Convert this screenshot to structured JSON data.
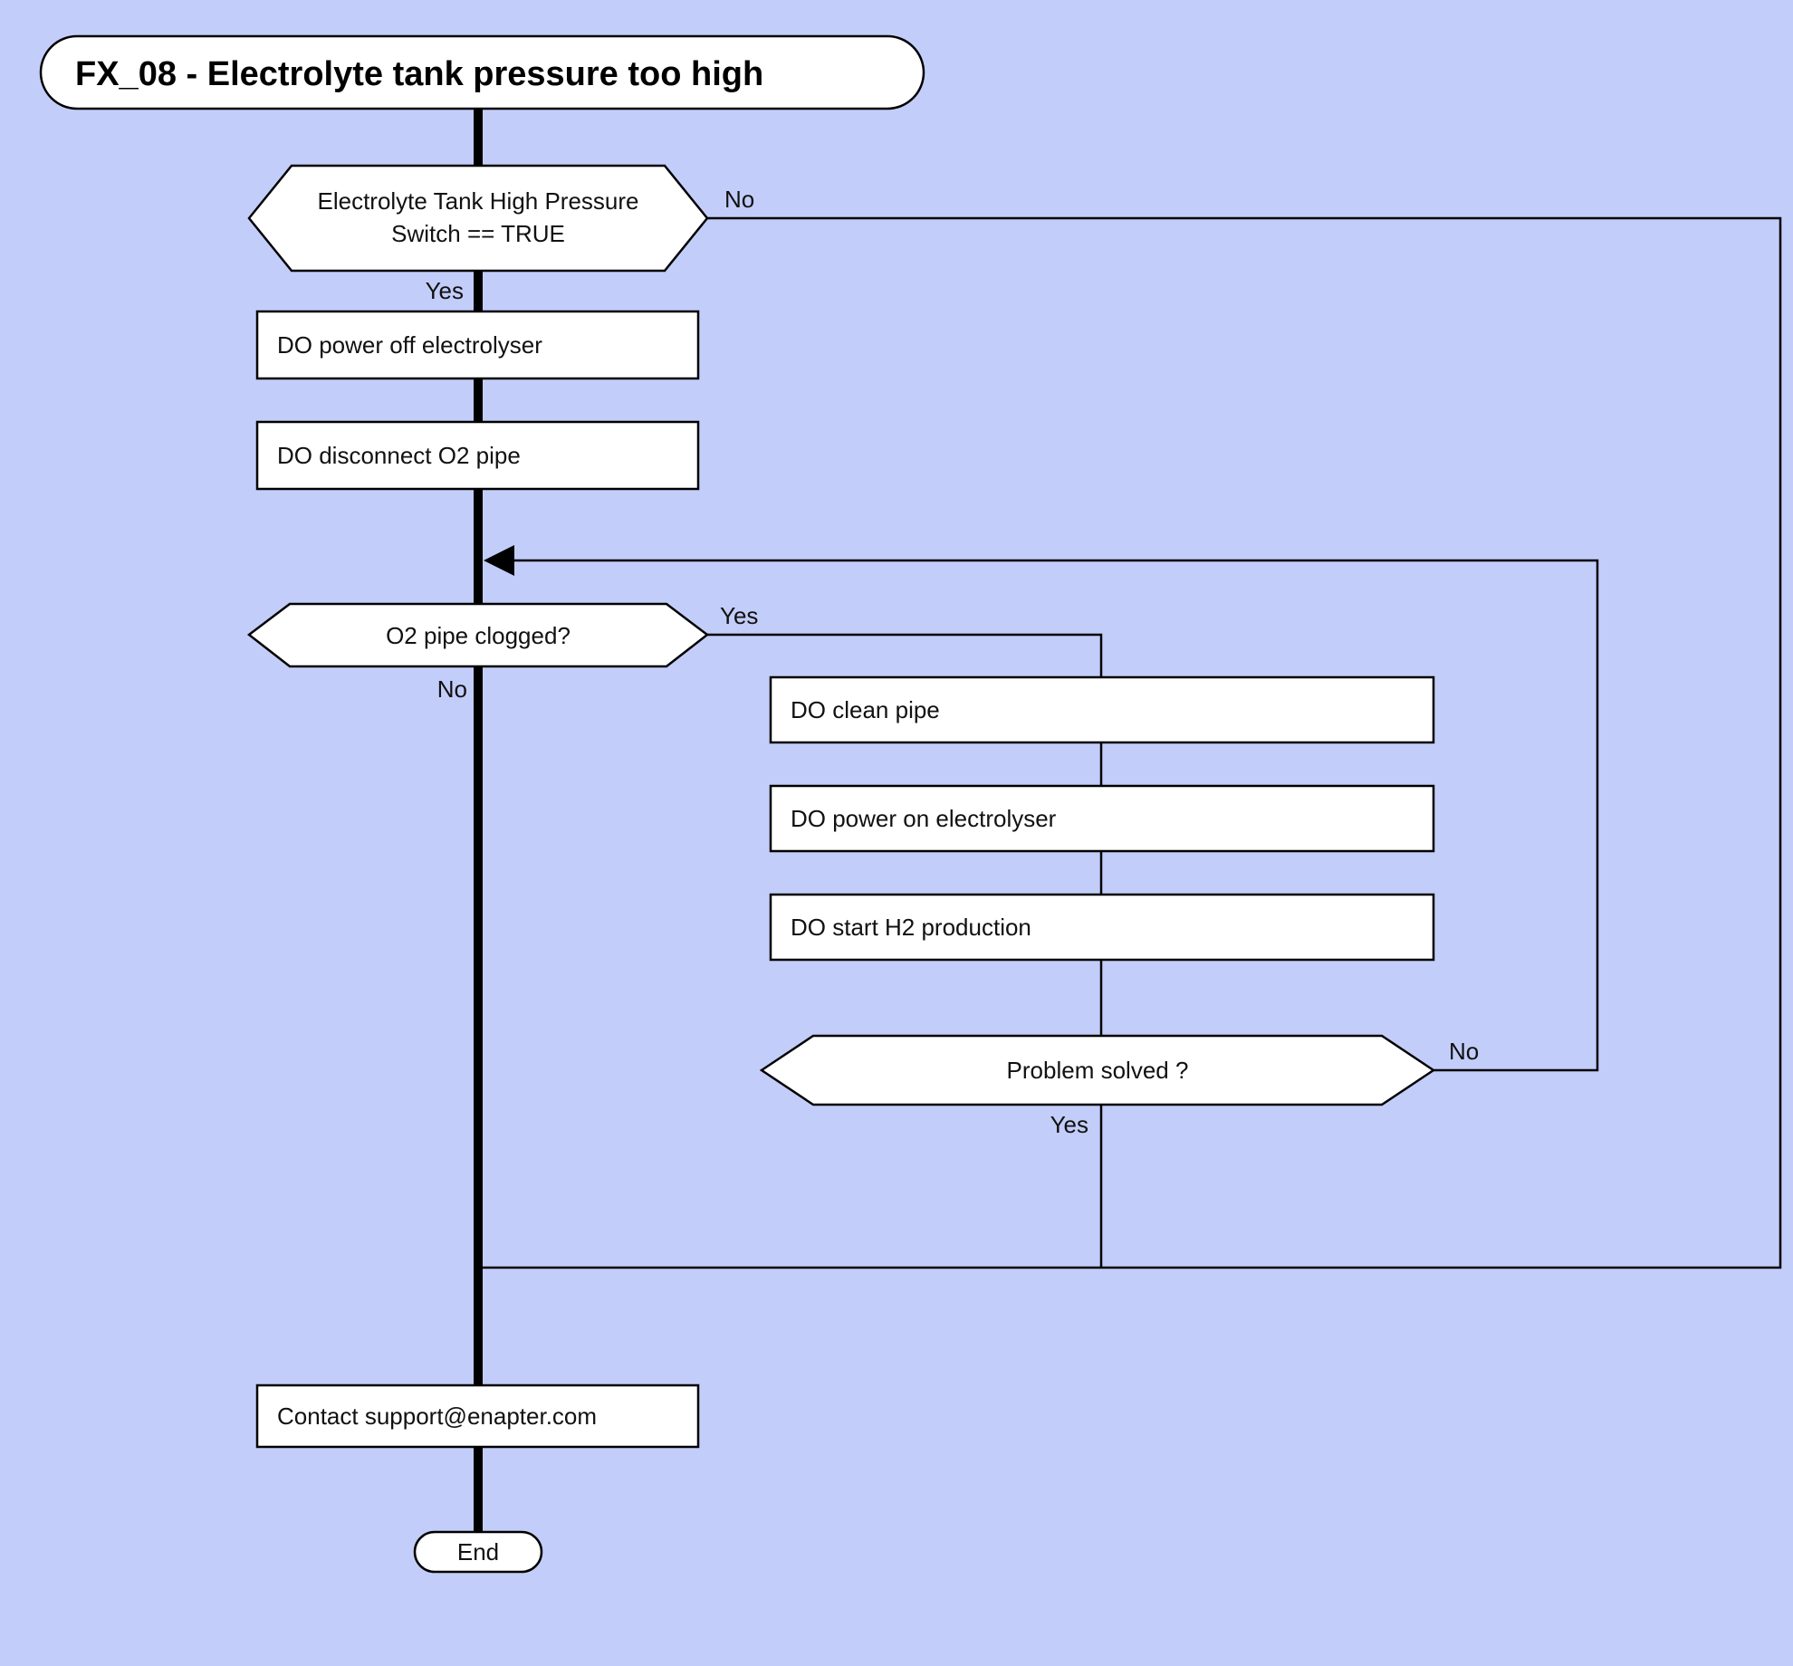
{
  "background_color": "#c3cdf9",
  "title": "FX_08 - Electrolyte tank pressure too high",
  "nodes": {
    "decision1_line1": "Electrolyte Tank High Pressure",
    "decision1_line2": "Switch == TRUE",
    "power_off": "DO power off electrolyser",
    "disconnect_o2": "DO disconnect O2 pipe",
    "o2_clogged": "O2 pipe clogged?",
    "clean_pipe": "DO clean pipe",
    "power_on": "DO power on electrolyser",
    "start_h2": "DO start H2 production",
    "problem_solved": "Problem solved ?",
    "contact_support": "Contact support@enapter.com",
    "end": "End"
  },
  "edge_labels": {
    "decision1_no": "No",
    "decision1_yes": "Yes",
    "decision2_yes": "Yes",
    "decision2_no": "No",
    "decision3_no": "No",
    "decision3_yes": "Yes"
  }
}
